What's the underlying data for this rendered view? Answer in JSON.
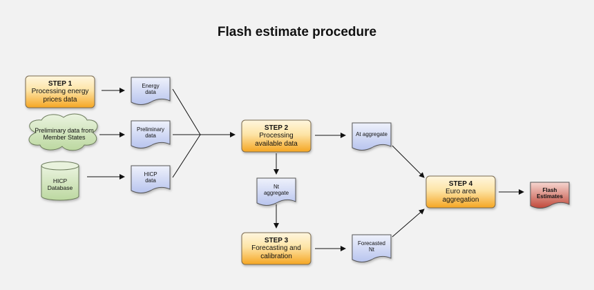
{
  "title": "Flash estimate procedure",
  "step1": {
    "heading": "STEP 1",
    "body": "Processing energy prices data"
  },
  "step2": {
    "heading": "STEP 2",
    "body": "Processing available data"
  },
  "step3": {
    "heading": "STEP 3",
    "body": "Forecasting and calibration"
  },
  "step4": {
    "heading": "STEP 4",
    "body": "Euro area aggregation"
  },
  "cloud_label": "Preliminary data from Member States",
  "database_label": "HICP Database",
  "docs": {
    "energy": "Energy data",
    "preliminary": "Preliminary data",
    "hicp": "HICP data",
    "at_aggregate": "At aggregate",
    "nt_aggregate": "Nt aggregate",
    "forecasted_nt": "Forecasted Nt",
    "flash": "Flash Estimates"
  },
  "colors": {
    "step_fill": "#f7b02e",
    "step_fill_light": "#fde9b8",
    "doc_fill": "#c9d3f2",
    "cloud_fill": "#cde3b4",
    "db_fill": "#cde3b4",
    "flash_fill": "#c8584a"
  }
}
